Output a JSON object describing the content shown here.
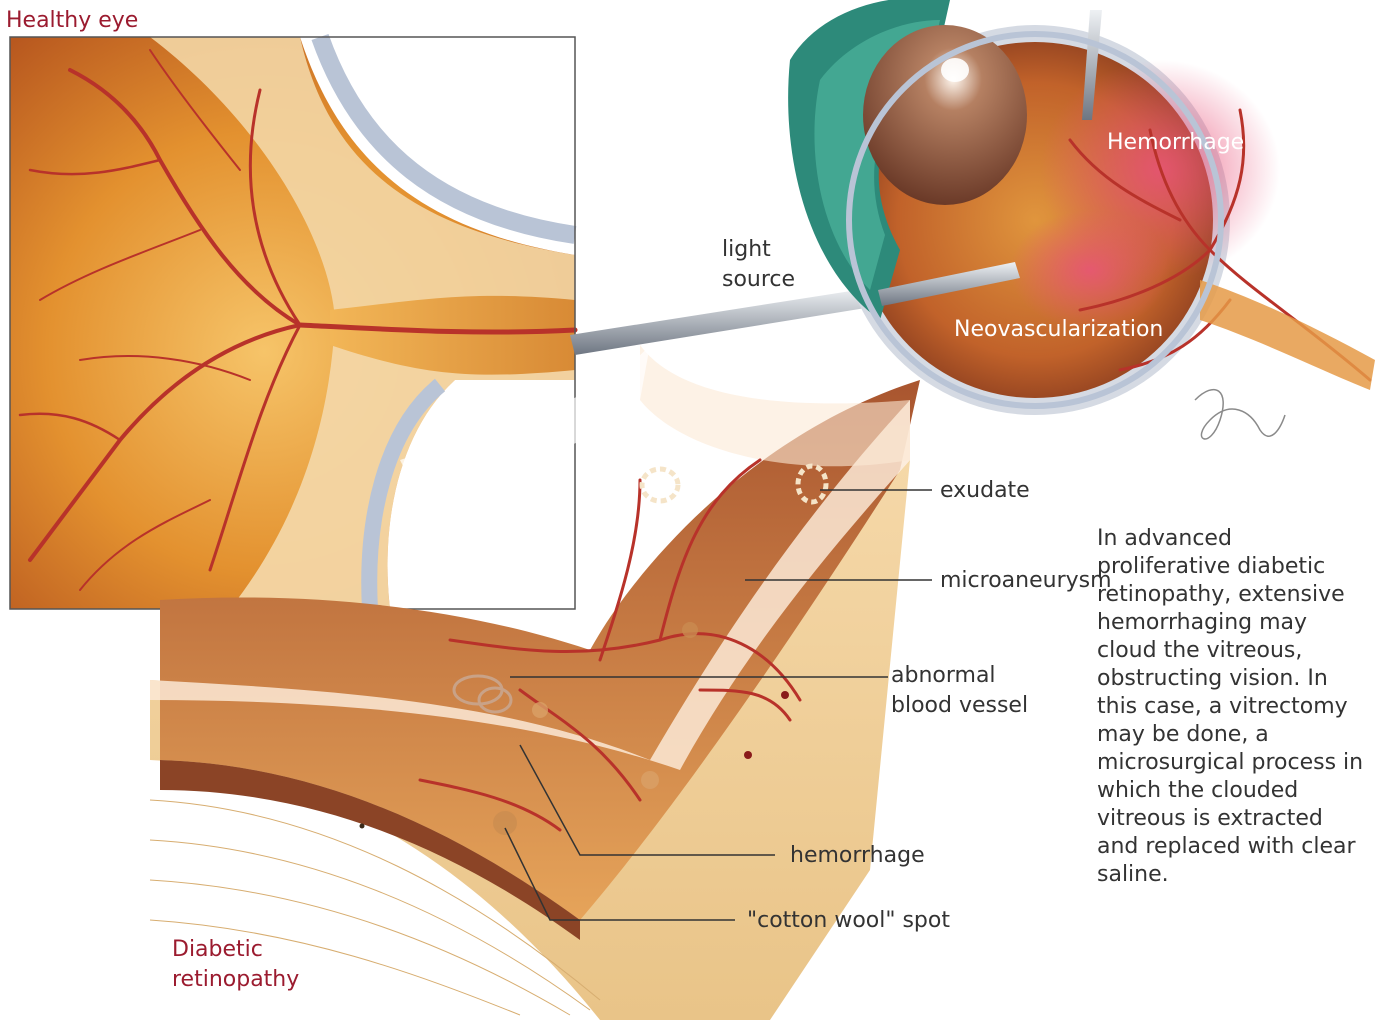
{
  "titles": {
    "healthy": "Healthy eye",
    "diabetic": "Diabetic\nretinopathy"
  },
  "labels": {
    "light_source": "light\nsource",
    "hemorrhage_upper": "Hemorrhage",
    "neovascularization": "Neovascularization",
    "exudate": "exudate",
    "microaneurysm": "microaneurysm",
    "abnormal_vessel": "abnormal\nblood vessel",
    "hemorrhage_lower": "hemorrhage",
    "cotton_wool": "\"cotton wool\" spot"
  },
  "caption": "In advanced proliferative diabetic retinopathy, extensive hemorrhaging may cloud the vitreous, obstructing vision. In this case, a vitrectomy may be done, a microsurgical process in which the clouded vitreous is extracted and replaced with clear saline.",
  "colors": {
    "title": "#9b1b2f",
    "text": "#333333",
    "retina": "#d9832f",
    "vessel": "#b8322a"
  }
}
